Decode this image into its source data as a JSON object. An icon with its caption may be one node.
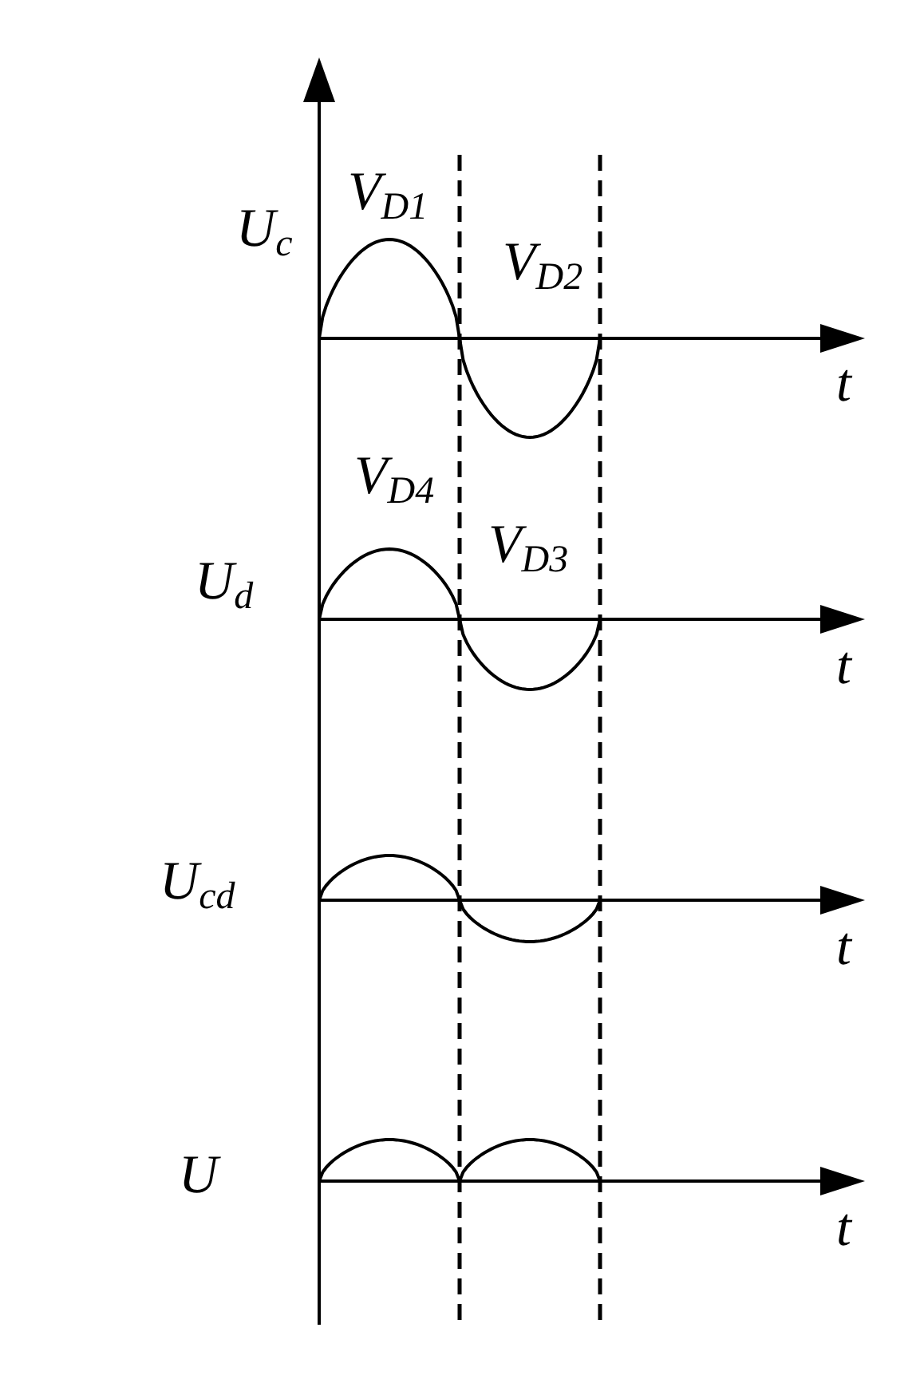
{
  "diagram": {
    "labels": [
      "V$_{D1}$",
      "U$_{c}$",
      "V$_{D2}$",
      "t",
      "V$_{D4}$",
      "V$_{D3}$",
      "U$_{d}$",
      "t",
      "U$_{cd}$",
      "t",
      "U",
      "t"
    ]
  }
}
